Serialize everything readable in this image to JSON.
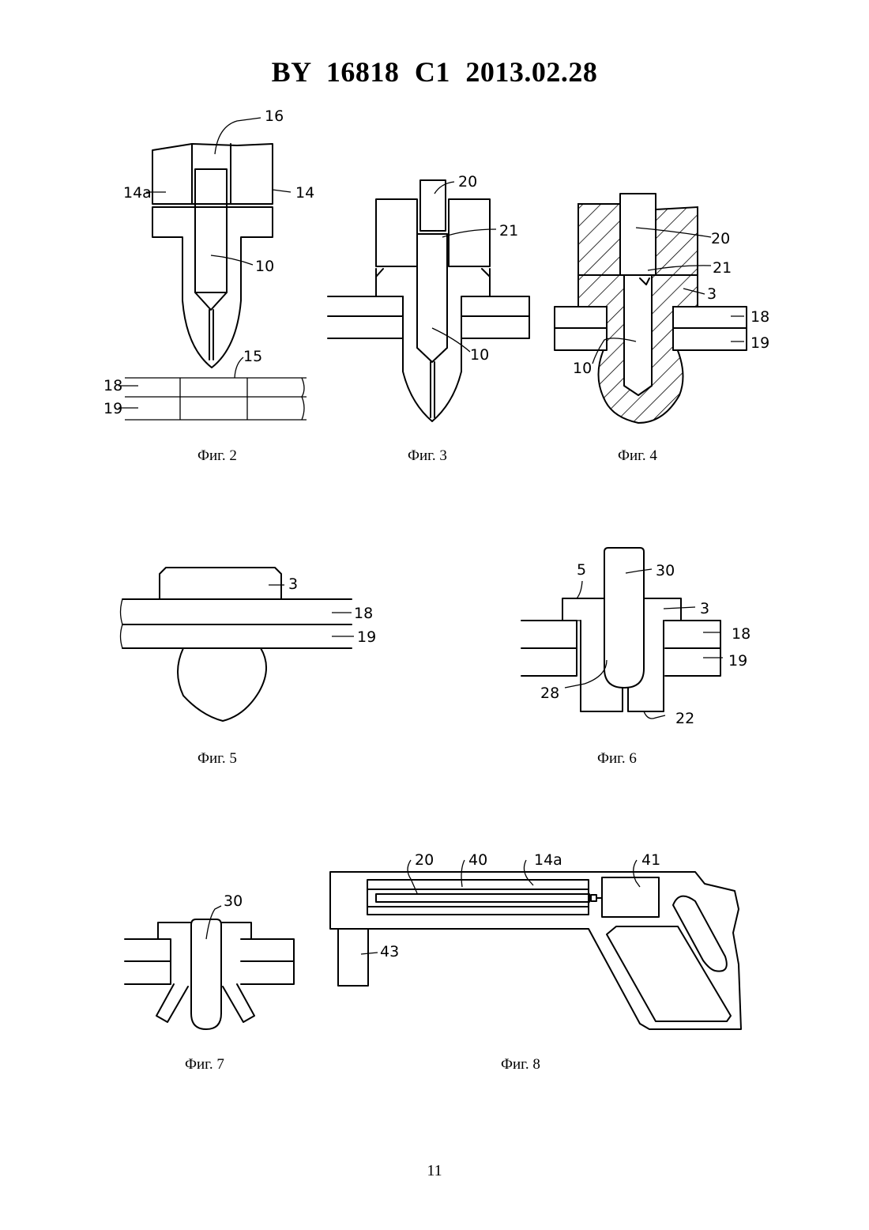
{
  "header": "BY  16818  C1  2013.02.28",
  "page_number": "11",
  "figures": [
    {
      "caption": "Фиг. 2",
      "labels": {
        "l16": "16",
        "l14a": "14a",
        "l14": "14",
        "l10": "10",
        "l15": "15",
        "l18": "18",
        "l19": "19"
      }
    },
    {
      "caption": "Фиг. 3",
      "labels": {
        "l20": "20",
        "l21": "21",
        "l10": "10"
      }
    },
    {
      "caption": "Фиг. 4",
      "labels": {
        "l20": "20",
        "l21": "21",
        "l3": "3",
        "l18": "18",
        "l19": "19",
        "l10": "10"
      }
    },
    {
      "caption": "Фиг. 5",
      "labels": {
        "l3": "3",
        "l18": "18",
        "l19": "19"
      }
    },
    {
      "caption": "Фиг. 6",
      "labels": {
        "l5": "5",
        "l30": "30",
        "l3": "3",
        "l18": "18",
        "l19": "19",
        "l28": "28",
        "l22": "22"
      }
    },
    {
      "caption": "Фиг. 7",
      "labels": {
        "l30": "30"
      }
    },
    {
      "caption": "Фиг. 8",
      "labels": {
        "l20": "20",
        "l40": "40",
        "l14a": "14a",
        "l41": "41",
        "l43": "43"
      }
    }
  ]
}
